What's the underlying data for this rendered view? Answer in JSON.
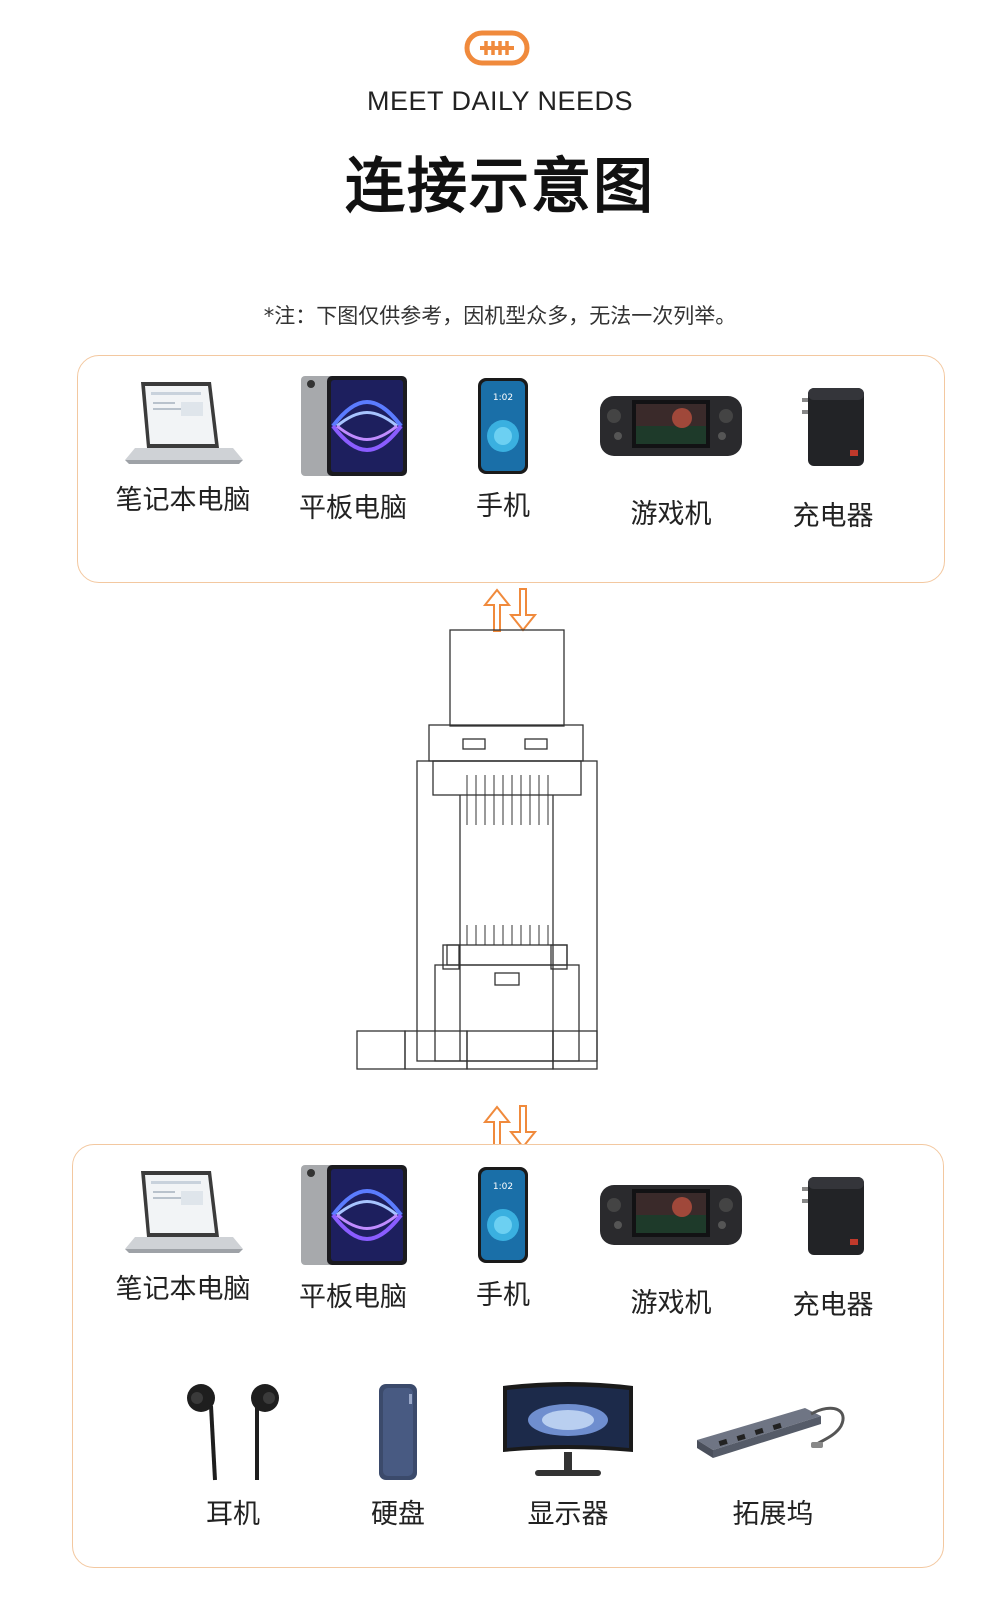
{
  "header": {
    "subtitle": "MEET DAILY NEEDS",
    "title": "连接示意图",
    "note": "*注：下图仅供参考，因机型众多，无法一次列举。"
  },
  "colors": {
    "accent": "#f08a3c",
    "panel_border": "#f3c8a0"
  },
  "top_panel": {
    "items": [
      {
        "label": "笔记本电脑",
        "icon": "laptop-icon"
      },
      {
        "label": "平板电脑",
        "icon": "tablet-icon"
      },
      {
        "label": "手机",
        "icon": "phone-icon"
      },
      {
        "label": "游戏机",
        "icon": "game-console-icon"
      },
      {
        "label": "充电器",
        "icon": "charger-icon"
      }
    ]
  },
  "bottom_panel": {
    "items": [
      {
        "label": "笔记本电脑",
        "icon": "laptop-icon"
      },
      {
        "label": "平板电脑",
        "icon": "tablet-icon"
      },
      {
        "label": "手机",
        "icon": "phone-icon"
      },
      {
        "label": "游戏机",
        "icon": "game-console-icon"
      },
      {
        "label": "充电器",
        "icon": "charger-icon"
      },
      {
        "label": "耳机",
        "icon": "earphones-icon"
      },
      {
        "label": "硬盘",
        "icon": "hard-drive-icon"
      },
      {
        "label": "显示器",
        "icon": "monitor-icon"
      },
      {
        "label": "拓展坞",
        "icon": "docking-station-icon"
      }
    ]
  }
}
